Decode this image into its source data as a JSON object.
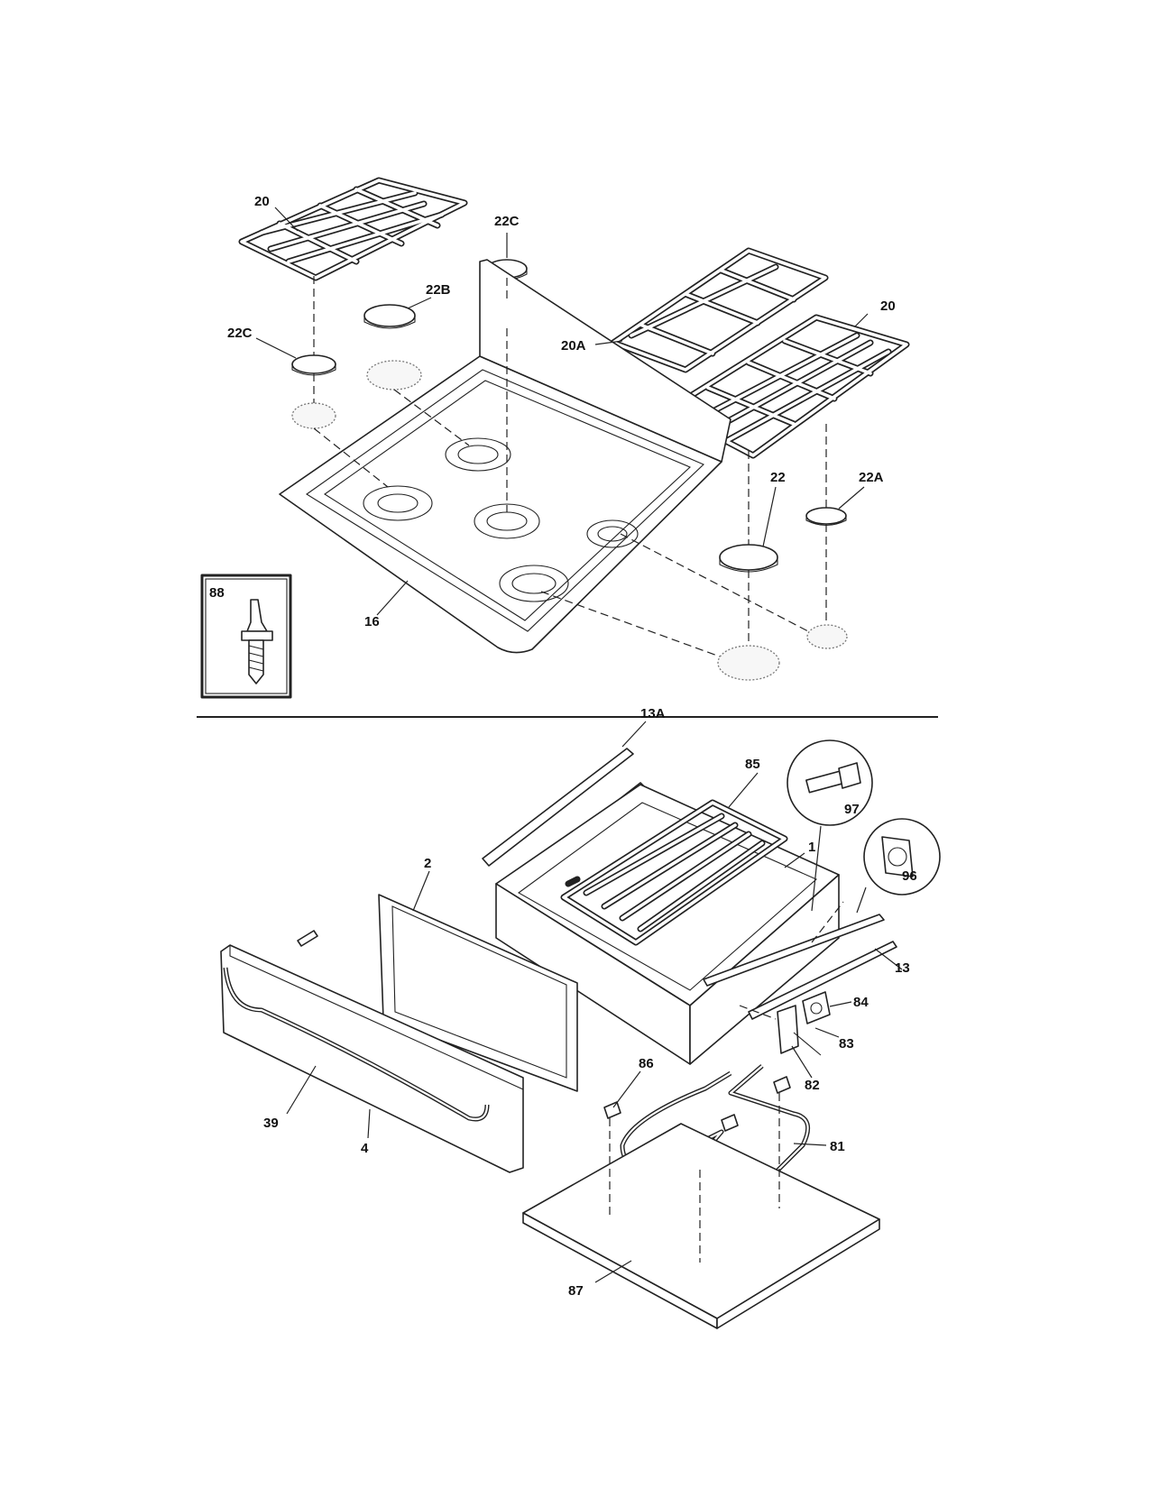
{
  "labels": {
    "grate_left": "20",
    "cap_top_center": "22C",
    "cap_mid": "22B",
    "cap_left": "22C",
    "grate_center": "20A",
    "grate_right": "20",
    "cap_large": "22",
    "cap_small": "22A",
    "hardware_inset": "88",
    "cooktop": "16",
    "slide_left": "13A",
    "rack": "85",
    "screw": "97",
    "drawer_body": "1",
    "clip": "96",
    "gasket_frame": "2",
    "slide_right": "13",
    "bracket_84": "84",
    "bracket_83": "83",
    "bracket_82": "82",
    "clip_86": "86",
    "handle": "39",
    "drawer_front": "4",
    "element": "81",
    "bottom_panel": "87"
  }
}
